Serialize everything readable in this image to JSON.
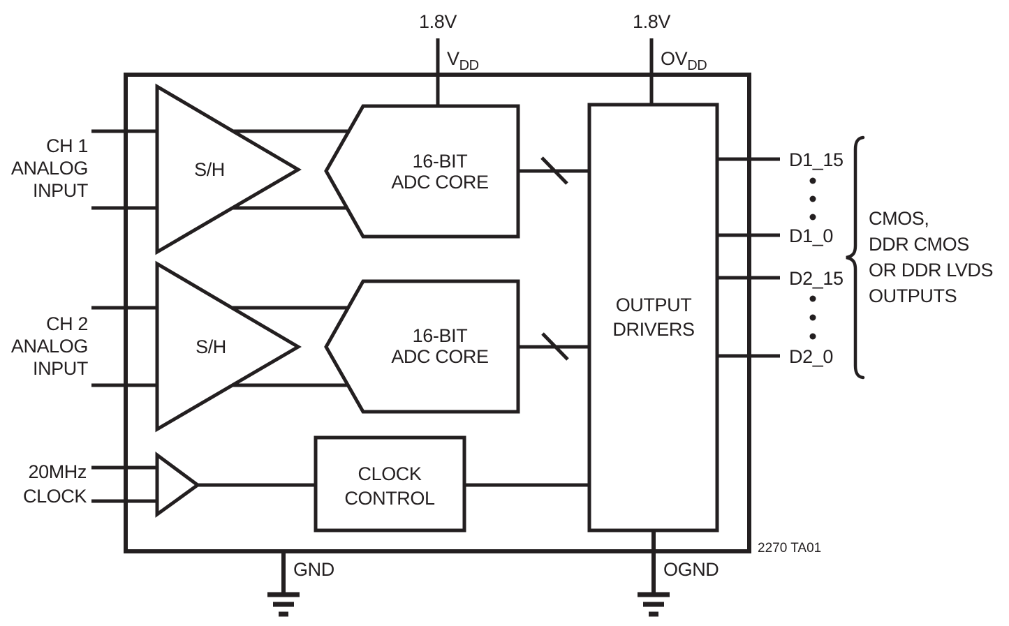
{
  "power": {
    "vdd_voltage": "1.8V",
    "ovdd_voltage": "1.8V",
    "vdd_pin": {
      "main": "V",
      "sub": "DD"
    },
    "ovdd_pin": {
      "main": "OV",
      "sub": "DD"
    },
    "gnd_pin": "GND",
    "ognd_pin": "OGND"
  },
  "inputs": {
    "ch1": {
      "line1": "CH 1",
      "line2": "ANALOG",
      "line3": "INPUT"
    },
    "ch2": {
      "line1": "CH 2",
      "line2": "ANALOG",
      "line3": "INPUT"
    },
    "clock": {
      "line1": "20MHz",
      "line2": "CLOCK"
    }
  },
  "blocks": {
    "sh1_label": "S/H",
    "sh2_label": "S/H",
    "adc1": {
      "line1": "16-BIT",
      "line2": "ADC CORE"
    },
    "adc2": {
      "line1": "16-BIT",
      "line2": "ADC CORE"
    },
    "output_drivers": {
      "line1": "OUTPUT",
      "line2": "DRIVERS"
    },
    "clock_control": {
      "line1": "CLOCK",
      "line2": "CONTROL"
    }
  },
  "outputs": {
    "d1_msb": "D1_15",
    "d1_lsb": "D1_0",
    "d2_msb": "D2_15",
    "d2_lsb": "D2_0",
    "description": {
      "line1": "CMOS,",
      "line2": "DDR CMOS",
      "line3": "OR DDR LVDS",
      "line4": "OUTPUTS"
    }
  },
  "figure_label": "2270 TA01",
  "colors": {
    "line": "#231f20",
    "background": "#ffffff"
  }
}
